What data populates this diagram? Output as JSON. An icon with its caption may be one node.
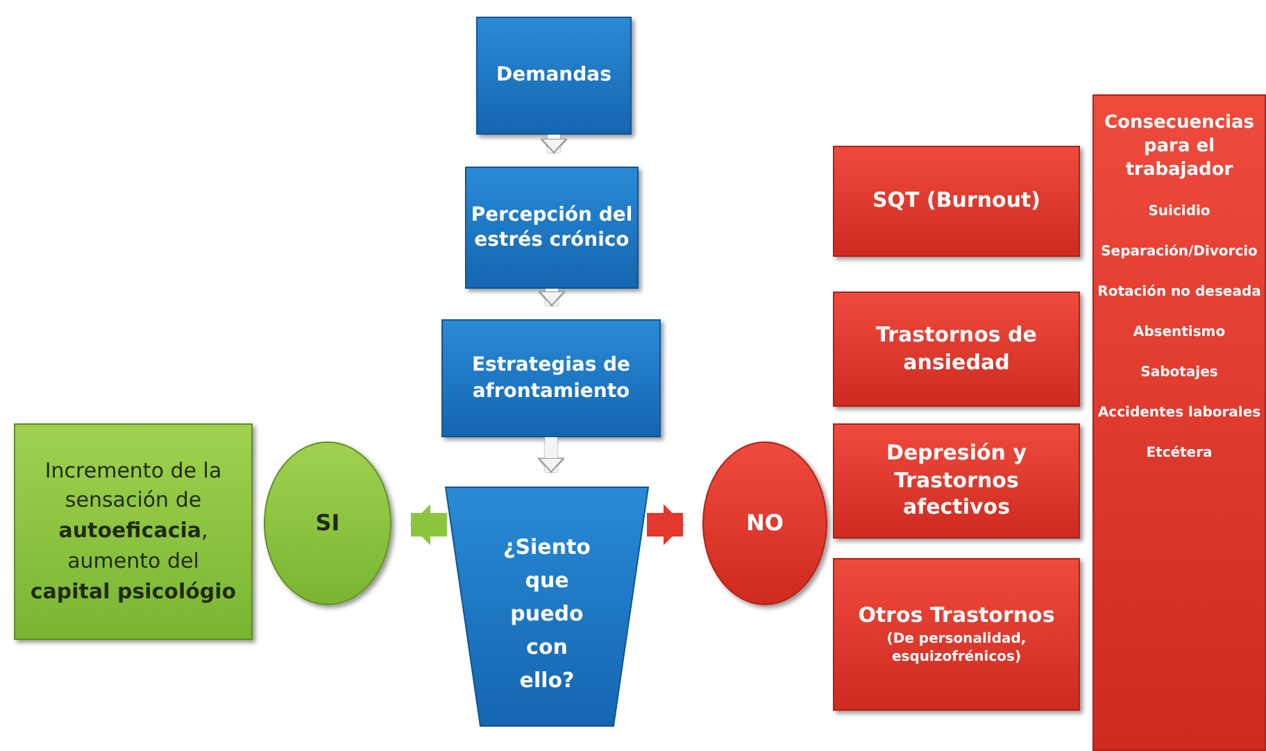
{
  "diagram": {
    "nodes": [
      {
        "text": [
          "Demandas"
        ]
      },
      {
        "text": [
          "Percepción del estrés crónico"
        ]
      },
      {
        "text": [
          "Estrategias de afrontamiento"
        ]
      },
      {
        "text": [
          "¿Siento que puedo con ello?"
        ]
      },
      {
        "text": [
          "SI"
        ]
      },
      {
        "text": [
          "Incremento de la sensación de **autoeficacia**, aumento del **capital psicológio**"
        ]
      },
      {
        "text": [
          "NO"
        ]
      },
      {
        "text": [
          "SQT (Burnout)"
        ]
      },
      {
        "text": [
          "Trastornos de ansiedad"
        ]
      },
      {
        "text": [
          "Depresión y Trastornos afectivos"
        ]
      },
      {
        "text": [
          "Otros Trastornos",
          "(De personalidad, esquizofrénicos)"
        ]
      },
      {
        "text": [
          "Consecuencias para el trabajador",
          "Suicidio",
          "Separación/Divorcio",
          "Rotación no deseada",
          "Absentismo",
          "Sabotajes",
          "Accidentes laborales",
          "Etcétera"
        ]
      }
    ],
    "edges": [
      {
        "from": 0,
        "to": 1,
        "arrow": "to"
      },
      {
        "from": 1,
        "to": 2,
        "arrow": "to"
      },
      {
        "from": 2,
        "to": 3,
        "arrow": "to"
      },
      {
        "from": 3,
        "to": 4,
        "arrow": "to",
        "style": "thick",
        "color": "#8cc63e"
      },
      {
        "from": 3,
        "to": 6,
        "arrow": "to",
        "style": "thick",
        "color": "#e2382d"
      }
    ]
  }
}
